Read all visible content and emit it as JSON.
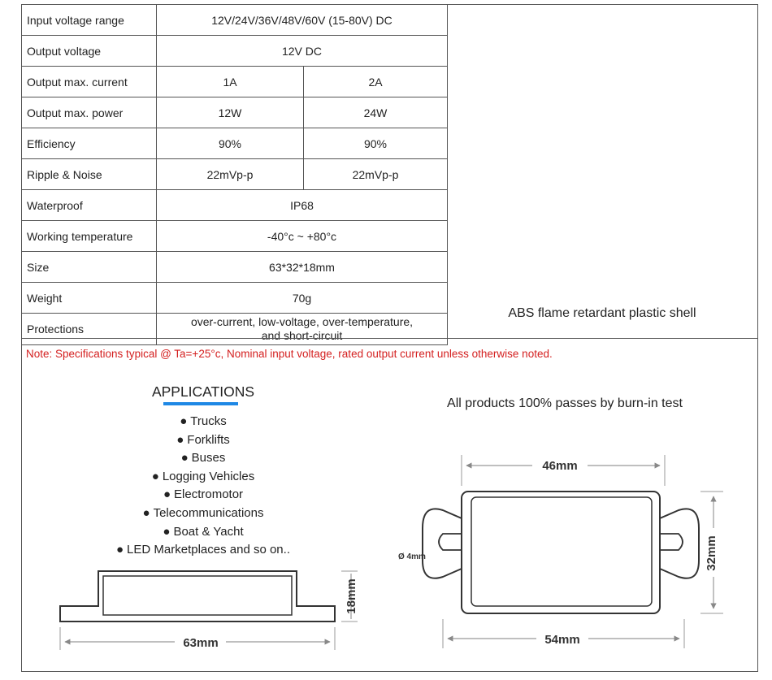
{
  "spec_table": {
    "rows": [
      {
        "label": "Input voltage range",
        "values": [
          "12V/24V/36V/48V/60V (15-80V) DC"
        ]
      },
      {
        "label": "Output voltage",
        "values": [
          "12V DC"
        ]
      },
      {
        "label": "Output max. current",
        "values": [
          "1A",
          "2A"
        ]
      },
      {
        "label": "Output max. power",
        "values": [
          "12W",
          "24W"
        ]
      },
      {
        "label": "Efficiency",
        "values": [
          "90%",
          "90%"
        ]
      },
      {
        "label": "Ripple & Noise",
        "values": [
          "22mVp-p",
          "22mVp-p"
        ]
      },
      {
        "label": "Waterproof",
        "values": [
          "IP68"
        ]
      },
      {
        "label": "Working temperature",
        "values": [
          "-40°c ~ +80°c"
        ]
      },
      {
        "label": "Size",
        "values": [
          "63*32*18mm"
        ]
      },
      {
        "label": "Weight",
        "values": [
          "70g"
        ]
      },
      {
        "label": "Protections",
        "values": [
          "over-current, low-voltage, over-temperature, and short-circuit"
        ]
      }
    ]
  },
  "shell_text": "ABS flame retardant plastic shell",
  "note": "Note: Specifications typical @ Ta=+25°c, Nominal input voltage, rated output current unless otherwise noted.",
  "applications": {
    "title": "APPLICATIONS",
    "items": [
      "Trucks",
      "Forklifts",
      "Buses",
      "Logging Vehicles",
      "Electromotor",
      "Telecommunications",
      "Boat & Yacht",
      "LED Marketplaces and so on.."
    ],
    "accent_color": "#1e88e5"
  },
  "burn_in": "All products 100% passes by burn-in test",
  "dimensions": {
    "side_length": "63mm",
    "side_height": "18mm",
    "top_width_inner": "46mm",
    "top_width_outer": "54mm",
    "top_height": "32mm",
    "hole_diameter": "Ø 4mm"
  },
  "colors": {
    "note": "#d42020",
    "border": "#555555"
  }
}
